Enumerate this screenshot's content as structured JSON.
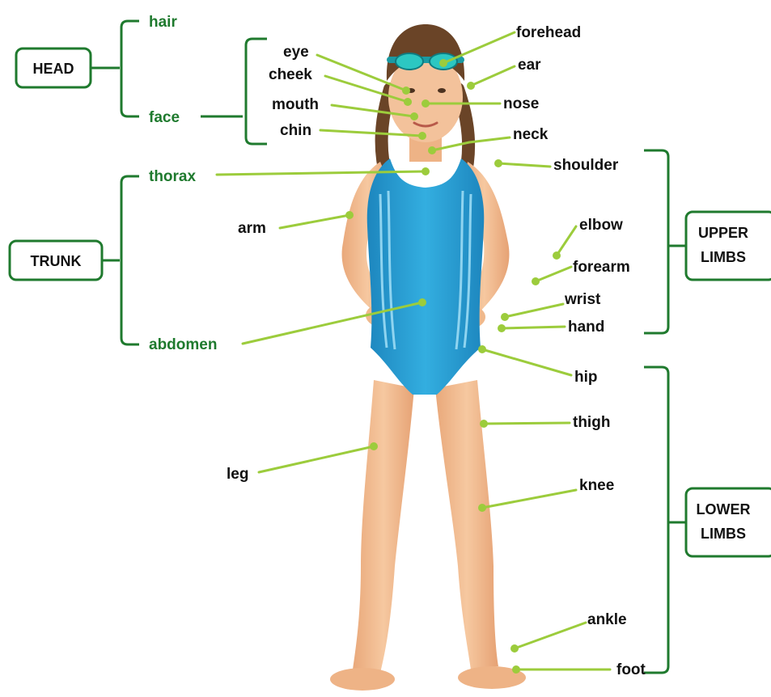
{
  "groups": {
    "head": "HEAD",
    "trunk": "TRUNK",
    "upper_limbs_1": "UPPER",
    "upper_limbs_2": "LIMBS",
    "lower_limbs_1": "LOWER",
    "lower_limbs_2": "LIMBS"
  },
  "sub_labels": {
    "hair": "hair",
    "face": "face",
    "thorax": "thorax",
    "abdomen": "abdomen"
  },
  "part_labels": {
    "eye": "eye",
    "cheek": "cheek",
    "mouth": "mouth",
    "chin": "chin",
    "forehead": "forehead",
    "ear": "ear",
    "nose": "nose",
    "neck": "neck",
    "shoulder": "shoulder",
    "arm": "arm",
    "elbow": "elbow",
    "forearm": "forearm",
    "wrist": "wrist",
    "hand": "hand",
    "hip": "hip",
    "thigh": "thigh",
    "leg": "leg",
    "knee": "knee",
    "ankle": "ankle",
    "foot": "foot"
  },
  "colors": {
    "bracket_green": "#1f7a2e",
    "pointer_green": "#9ccc3c",
    "swimsuit_blue": "#2fa3d6",
    "skin": "#efb98e",
    "hair": "#6a4427",
    "goggles": "#2cc7c2"
  }
}
